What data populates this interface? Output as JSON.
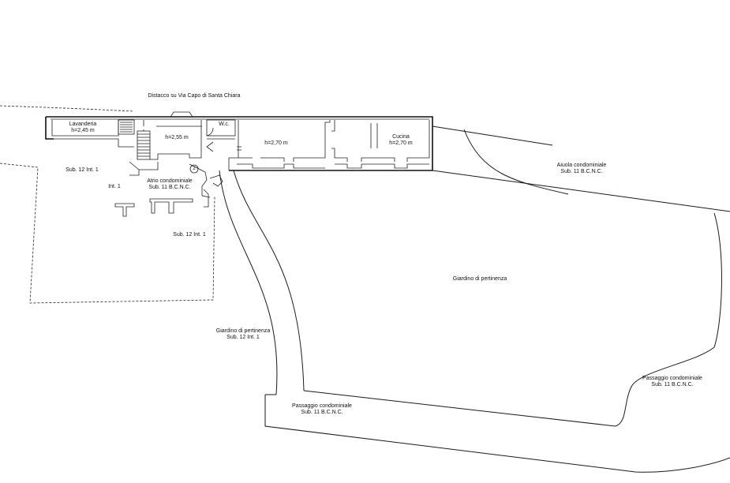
{
  "labels": {
    "street": "Distacco su Via Capo di Santa Chiara",
    "lavanderia": "Lavanderia",
    "lavanderia_h": "h=2,45 m",
    "atrio_h": "h=2,55 m",
    "wc": "W.c.",
    "main_h": "h=2,70 m",
    "cucina": "Cucina",
    "cucina_h": "h=2,70 m",
    "sub12_left": "Sub. 12 Int. 1",
    "int1": "Int. 1",
    "atrio": "Atrio condominiale",
    "atrio_sub": "Sub. 11 B.C.N.C.",
    "sub12_mid": "Sub. 12 Int. 1",
    "stair_marker": "2",
    "aiuola": "Aiuola condominiale",
    "aiuola_sub": "Sub. 11 B.C.N.C.",
    "giardino_main": "Giardino di pertinenza",
    "giardino_left": "Giardino di pertinenza",
    "giardino_left_sub": "Sub. 12 Int. 1",
    "passaggio_bottom": "Passaggio condominiale",
    "passaggio_bottom_sub": "Sub. 11 B.C.N.C.",
    "passaggio_right": "Passaggio condominiale",
    "passaggio_right_sub": "Sub. 11 B.C.N.C."
  }
}
